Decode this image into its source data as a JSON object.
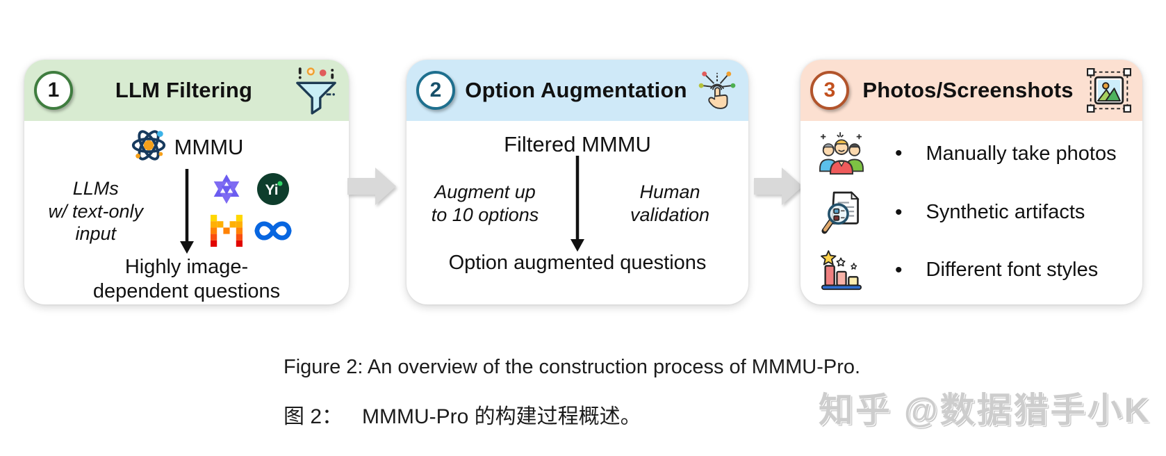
{
  "figure": {
    "caption_en": "Figure 2: An overview of the construction process of MMMU-Pro.",
    "caption_zh_label": "图 2：",
    "caption_zh_text": "MMMU-Pro 的构建过程概述。",
    "watermark": "知乎 @数据猎手小K"
  },
  "ui": {
    "bullet": "•"
  },
  "steps": [
    {
      "number": "1",
      "title": "LLM Filtering",
      "header_icon": "funnel-icon",
      "source_label": "MMMU",
      "source_icon": "atom-icon",
      "side_note_lines": [
        "LLMs",
        "w/ text-only",
        "input"
      ],
      "result_lines": [
        "Highly image-",
        "dependent questions"
      ],
      "logos": [
        {
          "name": "Qwen"
        },
        {
          "name": "Yi",
          "label": "Yi"
        },
        {
          "name": "Mistral"
        },
        {
          "name": "Meta"
        }
      ]
    },
    {
      "number": "2",
      "title": "Option Augmentation",
      "header_icon": "tap-network-icon",
      "source_label": "Filtered MMMU",
      "left_note_lines": [
        "Augment up",
        "to 10 options"
      ],
      "right_note_lines": [
        "Human",
        "validation"
      ],
      "result": "Option augmented questions"
    },
    {
      "number": "3",
      "title": "Photos/Screenshots",
      "header_icon": "screenshot-image-icon",
      "bullets": [
        {
          "icon": "people-group-icon",
          "text": "Manually take photos"
        },
        {
          "icon": "magnifier-document-icon",
          "text": "Synthetic artifacts"
        },
        {
          "icon": "bar-chart-stars-icon",
          "text": "Different font styles"
        }
      ]
    }
  ],
  "colors": {
    "step1_header": "#d8ebd1",
    "step1_accent": "#3f7d3f",
    "step2_header": "#cfe9f8",
    "step2_accent": "#1e6f8e",
    "step3_header": "#fce0d1",
    "step3_accent": "#b2542b",
    "flow_arrow": "#d9d9d9",
    "meta_blue": "#0866e0",
    "qwen_purple": "#6b5cf0",
    "yi_green": "#0e3d2c",
    "watermark_gray": "#cdcdcd"
  }
}
